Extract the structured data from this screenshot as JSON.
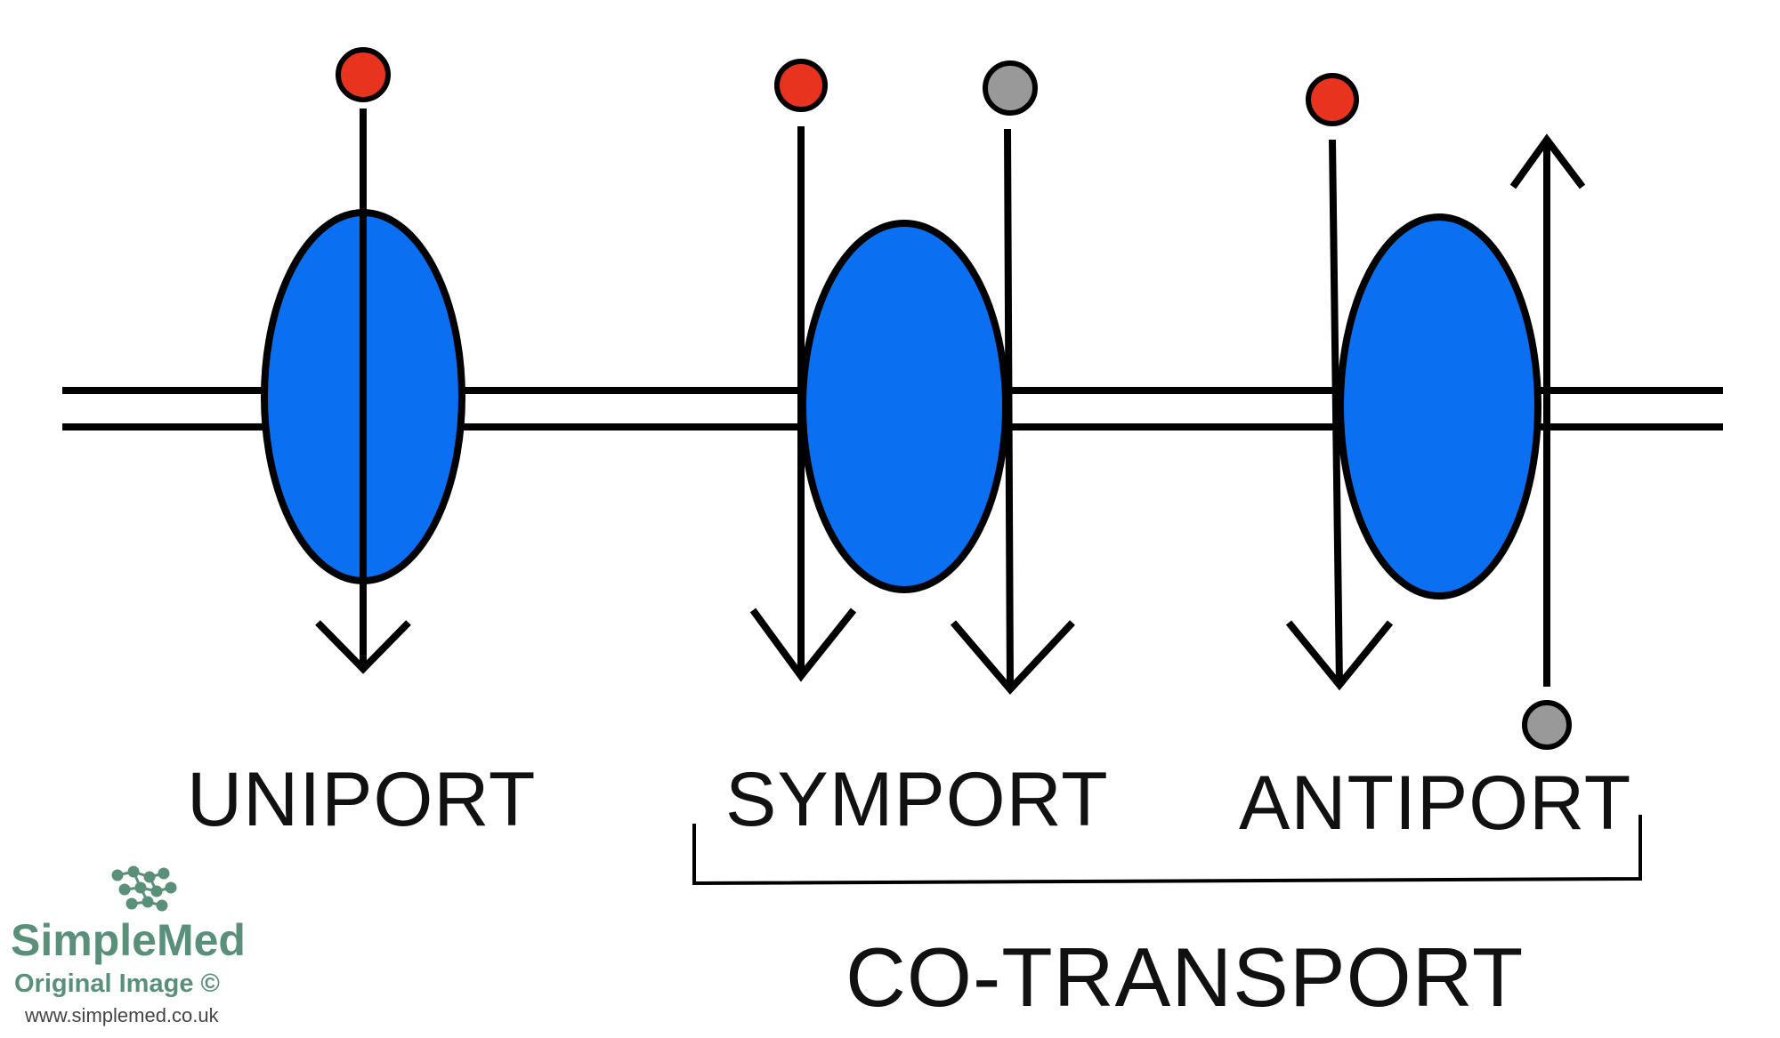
{
  "labels": {
    "uniport": "UNIPORT",
    "symport": "SYMPORT",
    "antiport": "ANTIPORT",
    "cotransport": "CO-TRANSPORT"
  },
  "watermark": {
    "brand": "SimpleMed",
    "subtitle": "Original Image ©",
    "url": "www.simplemed.co.uk"
  },
  "colors": {
    "protein": "#0b6ff2",
    "primary_molecule": "#e8341f",
    "secondary_molecule": "#999999",
    "outline": "#000000",
    "logo": "#5a8f79"
  },
  "icons": [
    "molecule-cluster-logo-icon"
  ]
}
